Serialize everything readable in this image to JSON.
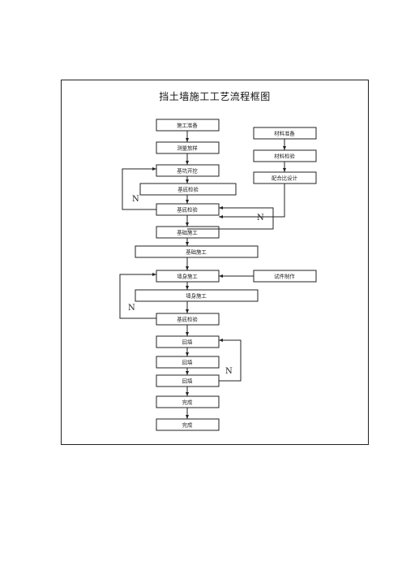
{
  "title": "挡土墙施工工艺流程框图",
  "steps": {
    "s1": "施工准备",
    "s2": "测量放样",
    "s3": "基坑开挖",
    "s4": "基底检验",
    "s5": "基础施工",
    "s6": "墙身施工",
    "s7": "回填",
    "s8": "完成",
    "r1": "材料准备",
    "r2": "材料检验",
    "r3": "配合比设计",
    "r4": "试件制作"
  },
  "loop_label": "N",
  "colors": {
    "line": "#222222",
    "background": "#ffffff"
  }
}
